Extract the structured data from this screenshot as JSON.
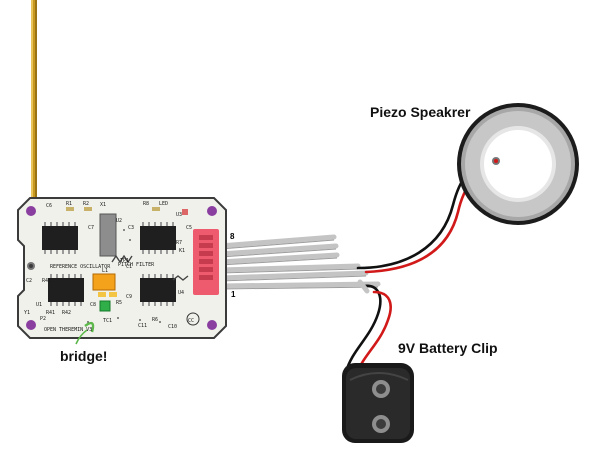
{
  "labels": {
    "piezo": "Piezo Speakrer",
    "battery": "9V Battery Clip",
    "bridge": "bridge!"
  },
  "connector": {
    "pin_top": "8",
    "pin_bottom": "1"
  },
  "board_markings": {
    "refs": [
      "C6",
      "R1",
      "R2",
      "X1",
      "R8",
      "LED",
      "C7",
      "C3",
      "R7",
      "C5",
      "TP1",
      "K1",
      "L1",
      "C1",
      "C8",
      "R5",
      "C9",
      "TC1",
      "C11",
      "R6",
      "C10",
      "R41",
      "R42",
      "C2",
      "R43",
      "U1",
      "U2",
      "U3",
      "U4",
      "Y1",
      "P2",
      "CC"
    ],
    "text_rows": [
      "REFERENCE OSCILLATOR",
      "PITCH FILTER",
      "OPEN THEREMIN V3"
    ]
  },
  "colors": {
    "board": "#f1f1ec",
    "board_outline": "#3b3b3b",
    "mount_hole": "#8a3fa0",
    "antenna": "#c99a1f",
    "ribbon": "#c4c4c4",
    "header": "#ee5b6e",
    "inductor": "#f4a21c",
    "wire_red": "#d21919",
    "wire_black": "#111111",
    "bridge_wire": "#5cb84a",
    "piezo_ring": "#1c1c1c",
    "piezo_disc": "#b8b8b8"
  }
}
